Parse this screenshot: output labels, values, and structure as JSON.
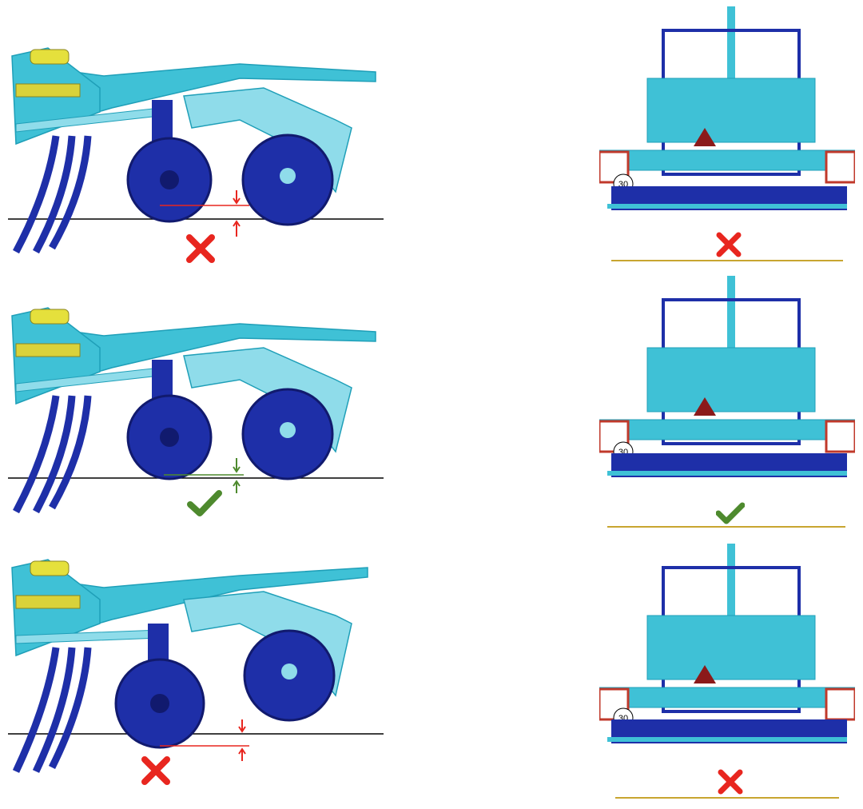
{
  "rows": [
    {
      "state": "wrong",
      "side_mark": "cross-icon",
      "front_mark": "cross-icon",
      "sign_label": "30"
    },
    {
      "state": "correct",
      "side_mark": "check-icon",
      "front_mark": "check-icon",
      "sign_label": "30"
    },
    {
      "state": "wrong",
      "side_mark": "cross-icon",
      "front_mark": "cross-icon",
      "sign_label": "30"
    }
  ],
  "colors": {
    "frame": "#3fc1d6",
    "frame_dark": "#1f9fb8",
    "frame_light": "#8fdcea",
    "disc": "#1e2fa8",
    "disc_dark": "#111a6e",
    "spring": "#d9d23a",
    "cylinder": "#e5e03c",
    "wrong": "#e8261f",
    "correct": "#4e8a2e",
    "ground": "#000000",
    "soil_line": "#c8a530"
  }
}
